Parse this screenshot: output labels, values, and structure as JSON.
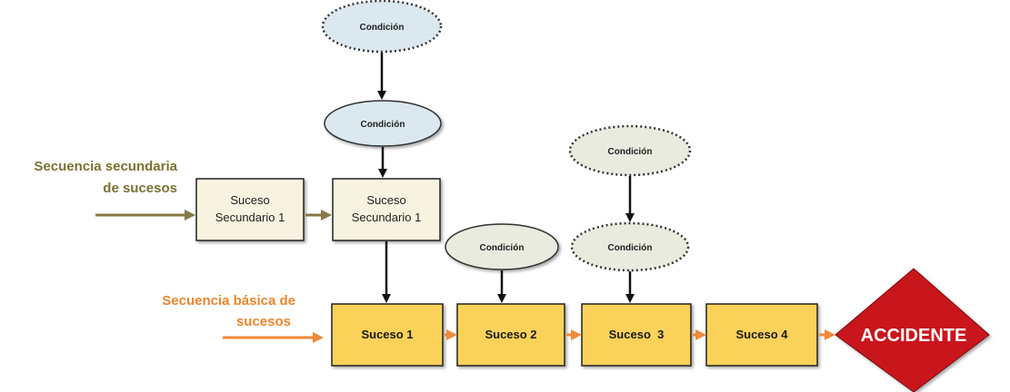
{
  "colors": {
    "secondary_label": "#7a7232",
    "basic_label": "#e8862e",
    "secondary_arrow": "#857a45",
    "basic_arrow": "#ef8a3a",
    "secondary_box_fill": "#f7f3e0",
    "main_box_fill": "#fad25a",
    "condition_blue": "#dbe8f0",
    "condition_grey": "#e9ebde",
    "accident_fill": "#c8141e"
  },
  "labels": {
    "secondary_sequence_line1": "Secuencia secundaria",
    "secondary_sequence_line2": "de sucesos",
    "basic_sequence_line1": "Secuencia básica de",
    "basic_sequence_line2": "sucesos"
  },
  "conditions": {
    "top_blue_dotted": "Condición",
    "blue_solid": "Condición",
    "grey_dotted_top": "Condición",
    "grey_solid": "Condición",
    "grey_dotted_bottom": "Condición"
  },
  "secondary_events": [
    {
      "line1": "Suceso",
      "line2": "Secundario 1"
    },
    {
      "line1": "Suceso",
      "line2": "Secundario 1"
    }
  ],
  "main_events": [
    "Suceso 1",
    "Suceso 2",
    "Suceso  3",
    "Suceso 4"
  ],
  "accident": "ACCIDENTE"
}
